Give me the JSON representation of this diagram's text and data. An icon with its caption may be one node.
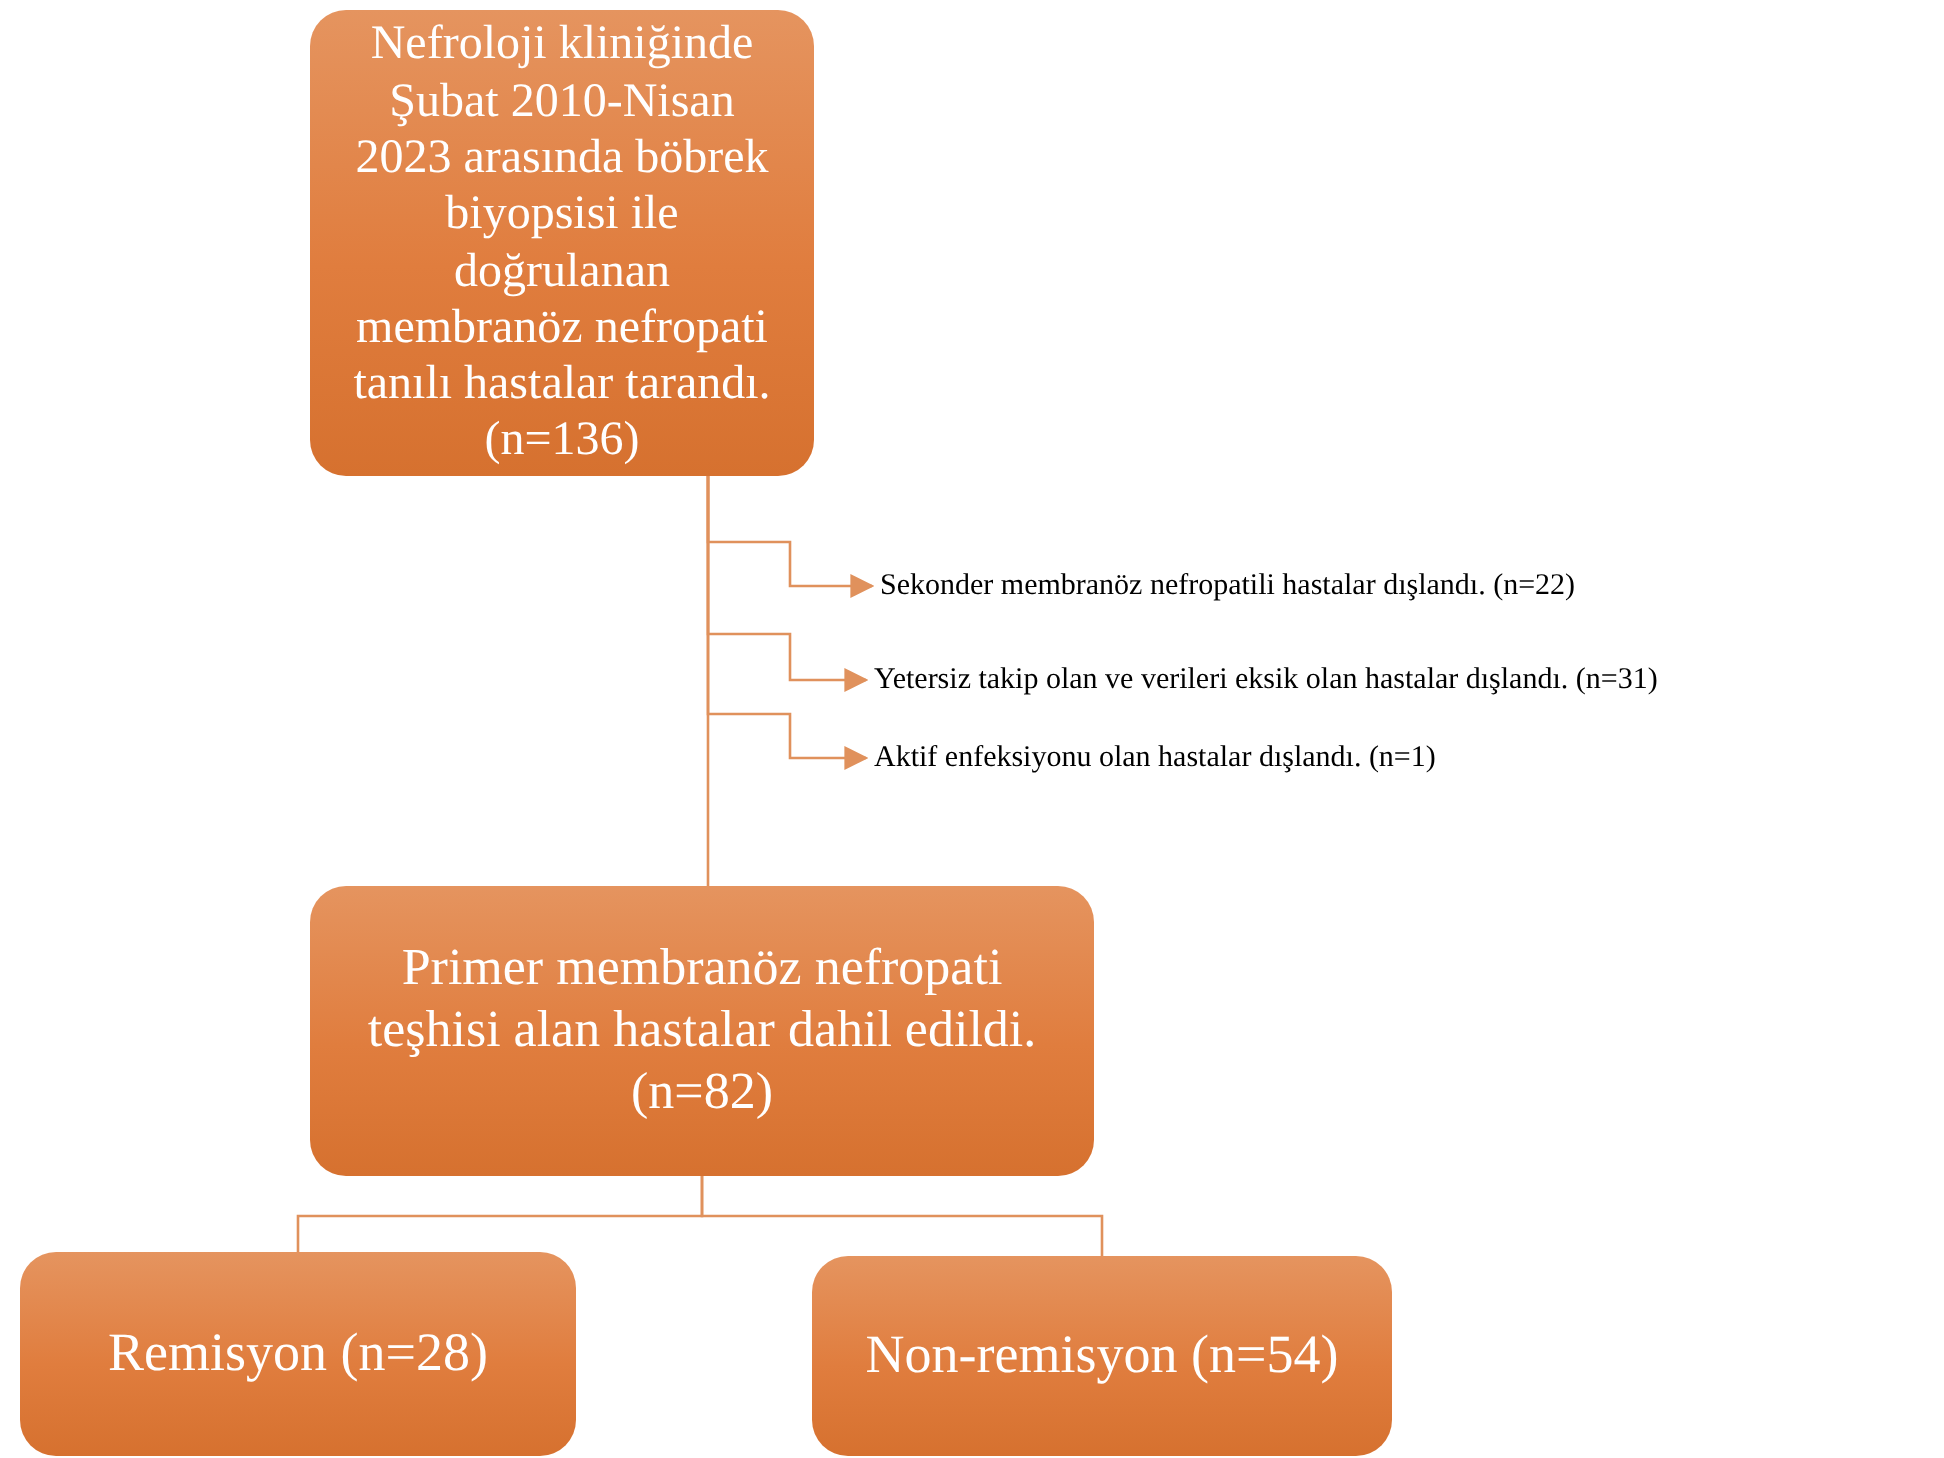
{
  "diagram": {
    "nodes": [
      {
        "text": [
          "Nefroloji kliniğinde Şubat 2010-Nisan 2023 arasında böbrek biyopsisi ile doğrulanan membranöz nefropati tanılı hastalar tarandı. (n=136)"
        ]
      },
      {
        "text": [
          "Sekonder membranöz nefropatili hastalar dışlandı. (n=22)"
        ]
      },
      {
        "text": [
          "Yetersiz takip olan ve verileri eksik olan hastalar dışlandı. (n=31)"
        ]
      },
      {
        "text": [
          "Aktif enfeksiyonu olan hastalar dışlandı. (n=1)"
        ]
      },
      {
        "text": [
          "Primer membranöz nefropati teşhisi alan hastalar dahil edildi. (n=82)"
        ]
      },
      {
        "text": [
          "Remisyon (n=28)"
        ]
      },
      {
        "text": [
          "Non-remisyon (n=54)"
        ]
      }
    ],
    "edges": [
      {
        "from": 0,
        "to": 4,
        "arrow": "none"
      },
      {
        "from": 0,
        "to": 1,
        "arrow": "to"
      },
      {
        "from": 0,
        "to": 2,
        "arrow": "to"
      },
      {
        "from": 0,
        "to": 3,
        "arrow": "to"
      },
      {
        "from": 4,
        "to": 5,
        "arrow": "none"
      },
      {
        "from": 4,
        "to": 6,
        "arrow": "none"
      }
    ]
  }
}
